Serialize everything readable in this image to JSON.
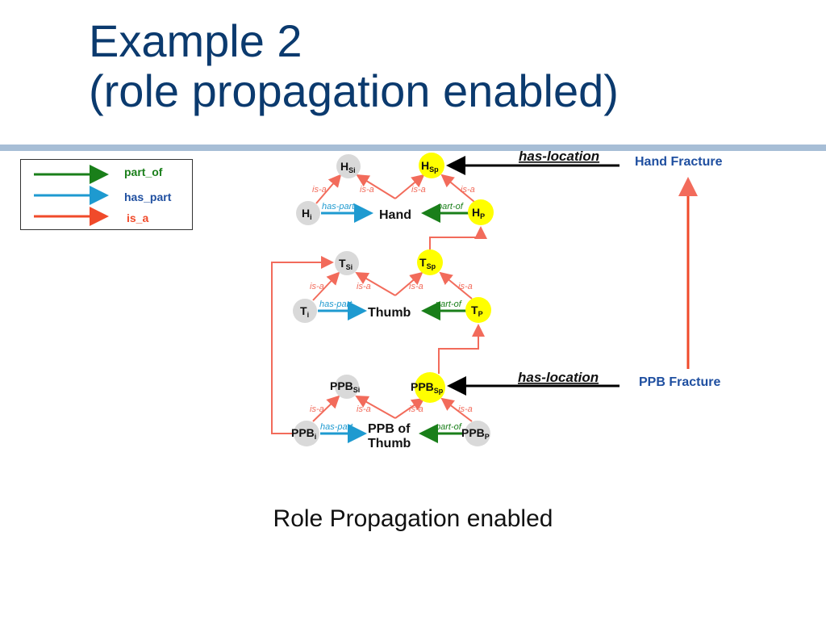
{
  "slide": {
    "title_line1": "Example 2",
    "title_line2": "(role propagation enabled)",
    "caption": "Role Propagation enabled"
  },
  "legend": [
    {
      "label": "part_of",
      "color": "#1a7f1a"
    },
    {
      "label": "has_part",
      "color": "#1e9ad0"
    },
    {
      "label": "is_a",
      "color": "#f04a2a"
    }
  ],
  "colors": {
    "part_of": "#1a7f1a",
    "has_part": "#1e9ad0",
    "is_a": "#f26b5b",
    "node_gray": "#d9d9d9",
    "node_yellow": "#ffff00",
    "has_location": "#000000",
    "fracture_text": "#1f4fa0"
  },
  "diagram": {
    "edge_labels": {
      "is_a": "is-a",
      "has_part": "has-part",
      "part_of": "part-of"
    },
    "has_location_label": "has-location",
    "fractures": {
      "hand": "Hand Fracture",
      "ppb": "PPB Fracture"
    },
    "rows": [
      {
        "id": "hand",
        "center_label": "Hand",
        "nodes": {
          "si": {
            "base": "H",
            "sub": "Si"
          },
          "sp": {
            "base": "H",
            "sub": "Sp"
          },
          "i": {
            "base": "H",
            "sub": "i"
          },
          "p": {
            "base": "H",
            "sub": "P"
          }
        }
      },
      {
        "id": "thumb",
        "center_label": "Thumb",
        "nodes": {
          "si": {
            "base": "T",
            "sub": "Si"
          },
          "sp": {
            "base": "T",
            "sub": "Sp"
          },
          "i": {
            "base": "T",
            "sub": "i"
          },
          "p": {
            "base": "T",
            "sub": "P"
          }
        }
      },
      {
        "id": "ppb",
        "center_label_line1": "PPB of",
        "center_label_line2": "Thumb",
        "nodes": {
          "si": {
            "base": "PPB",
            "sub": "Si"
          },
          "sp": {
            "base": "PPB",
            "sub": "Sp"
          },
          "i": {
            "base": "PPB",
            "sub": "i"
          },
          "p": {
            "base": "PPB",
            "sub": "P"
          }
        }
      }
    ]
  }
}
